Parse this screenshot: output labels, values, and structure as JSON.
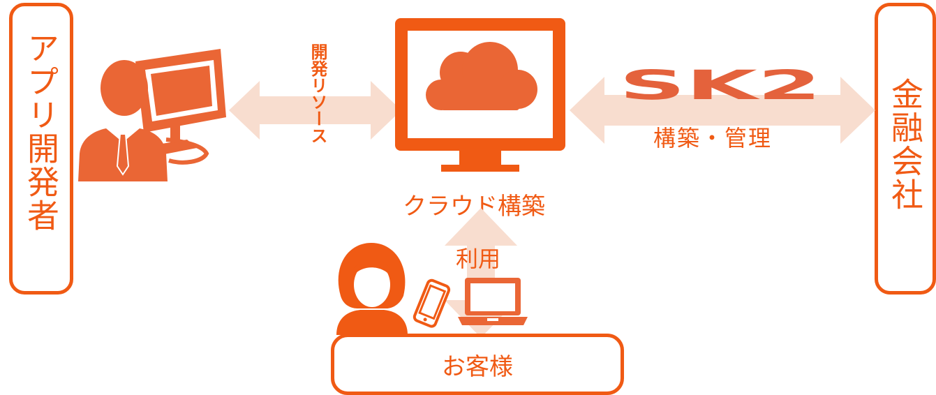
{
  "left_box": {
    "label": "アプリ開発者"
  },
  "right_box": {
    "label": "金融会社"
  },
  "bottom_box": {
    "label": "お客様"
  },
  "left_arrow": {
    "label": "開発リソース"
  },
  "center": {
    "label": "クラウド構築"
  },
  "right_arrow": {
    "logo_text": "SK2",
    "label": "構築・管理"
  },
  "vertical_arrow": {
    "label": "利用"
  },
  "colors": {
    "accent": "#f05a14",
    "icon": "#ea6635",
    "arrow_fill": "#f8ddcf",
    "logo": "#e4623c"
  }
}
